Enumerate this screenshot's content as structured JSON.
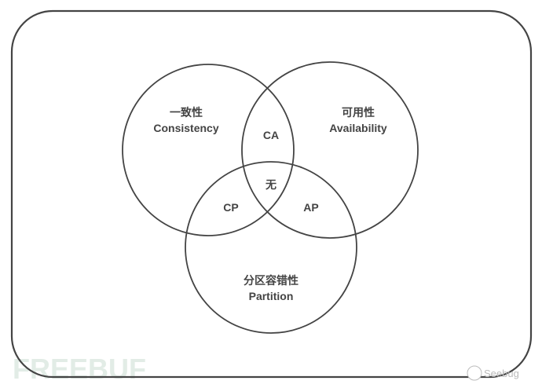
{
  "sets": {
    "consistency": {
      "zh": "一致性",
      "en": "Consistency"
    },
    "availability": {
      "zh": "可用性",
      "en": "Availability"
    },
    "partition": {
      "zh": "分区容错性",
      "en": "Partition"
    }
  },
  "intersections": {
    "ca": "CA",
    "cp": "CP",
    "ap": "AP",
    "all": "无"
  },
  "watermarks": {
    "left": "FREEBUF",
    "right": "Seebug"
  }
}
